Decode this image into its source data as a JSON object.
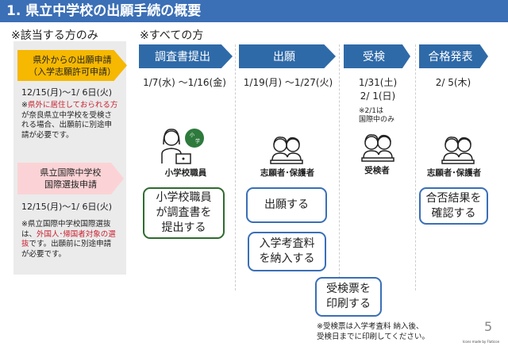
{
  "title": "1. 県立中学校の出願手続の概要",
  "left_heading": "※該当する方のみ",
  "right_heading": "※すべての方",
  "left": {
    "item1": {
      "label_line1": "県外からの出願申請",
      "label_line2": "（入学志願許可申請）",
      "date": "12/15(月)～1/ 6日(火)",
      "note_prefix": "※",
      "note_red": "県外に居住しておられる方",
      "note_rest": "が奈良県立中学校を受検される場合、出願前に別途申請が必要です。"
    },
    "item2": {
      "label_line1": "県立国際中学校",
      "label_line2": "国際選抜申請",
      "date": "12/15(月)～1/ 6日(火)",
      "note_prefix": "※県立国際中学校国際選抜は、",
      "note_red": "外国人･帰国者対象の選抜",
      "note_rest": "です。出願前に別途申請が必要です。"
    }
  },
  "steps": [
    {
      "label": "調査書提出",
      "date": "1/7(水) ～1/16(金)",
      "who": "小学校職員",
      "badge": "小学",
      "icon": "teacher-laptop-icon"
    },
    {
      "label": "出願",
      "date": "1/19(月) ～1/27(火)",
      "who": "志願者･保護者",
      "icon": "students-icon"
    },
    {
      "label": "受検",
      "date_line1": "1/31(土)",
      "date_line2": "2/  1(日)",
      "note_line1": "※2/1は",
      "note_line2": "国際中のみ",
      "who": "受検者",
      "icon": "students-icon"
    },
    {
      "label": "合格発表",
      "date": "2/  5(木)",
      "who": "志願者･保護者",
      "icon": "students-icon"
    }
  ],
  "actions": {
    "submit_report": {
      "line1": "小学校職員",
      "line2": "が調査書を",
      "line3": "提出する"
    },
    "apply": "出願する",
    "fee": {
      "line1": "入学考査料",
      "line2": "を納入する"
    },
    "print_ticket": {
      "line1": "受検票を",
      "line2": "印刷する"
    },
    "check_result": {
      "line1": "合否結果を",
      "line2": "確認する"
    }
  },
  "footnote": {
    "line1": "※受検票は入学考査料 納入後、",
    "line2": "受検日までに印刷してください。"
  },
  "page_number": "5",
  "credit": "Icons made by Flaticon",
  "colors": {
    "header": "#3b6fb6",
    "chevron": "#2f6aa8",
    "yellow": "#f6b800",
    "pink": "#fbd3d6",
    "red": "#c8202f",
    "green": "#2f6b2f"
  }
}
